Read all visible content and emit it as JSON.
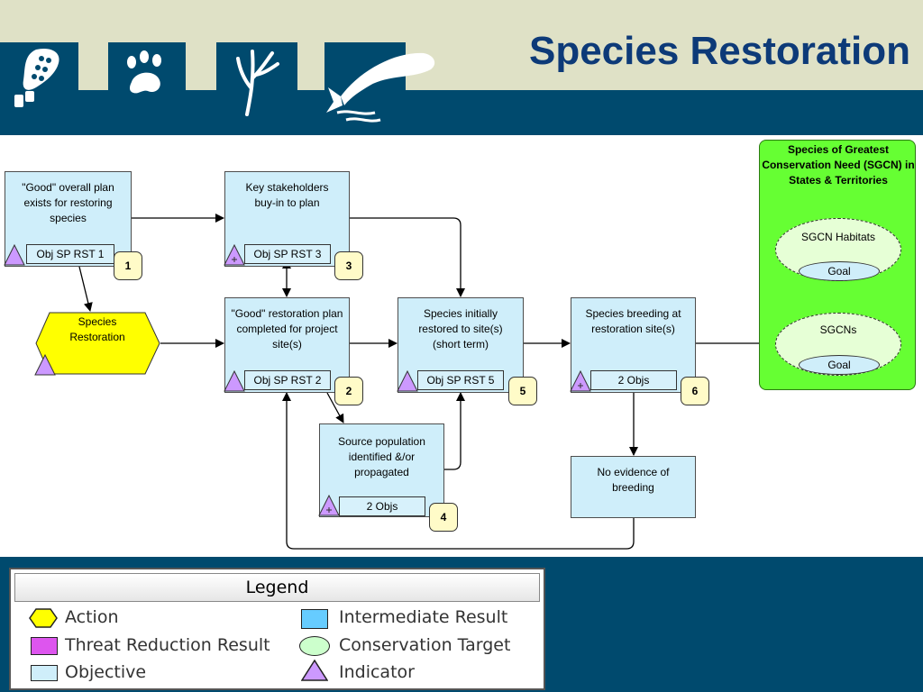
{
  "header": {
    "title": "Species Restoration"
  },
  "icons": [
    "footprint-icon",
    "paw-print-icon",
    "plant-icon",
    "fish-icon"
  ],
  "colors": {
    "header_bg": "#dfe1c6",
    "navy": "#004a6e",
    "title": "#0d3a78",
    "objective_fill": "#cfeefa",
    "action_fill": "#ffff00",
    "target_panel": "#66ff33",
    "indicator": "#cc99ff",
    "number_badge": "#fffbc8"
  },
  "diagram": {
    "nodes": {
      "good_plan": {
        "text": "\"Good\" overall plan exists for restoring species",
        "label": "Obj SP RST 1",
        "num": "1"
      },
      "stakeholders": {
        "text": "Key stakeholders buy-in to plan",
        "label": "Obj SP RST 3",
        "num": "3"
      },
      "action": {
        "text": "Species Restoration"
      },
      "restoration_plan": {
        "text": "\"Good\" restoration plan completed for project site(s)",
        "label": "Obj SP RST 2",
        "num": "2"
      },
      "source_pop": {
        "text": "Source population identified &/or propagated",
        "label": "2 Objs",
        "num": "4"
      },
      "restored": {
        "text": "Species initially restored to site(s) (short term)",
        "label": "Obj SP RST 5",
        "num": "5"
      },
      "breeding": {
        "text": "Species breeding at restoration site(s)",
        "label": "2 Objs",
        "num": "6"
      },
      "no_breeding": {
        "text": "No evidence of breeding"
      }
    },
    "sgcn": {
      "title": "Species of Greatest Conservation Need (SGCN) in States & Territories",
      "habitats": "SGCN Habitats",
      "sgcns": "SGCNs",
      "goal": "Goal"
    }
  },
  "legend": {
    "title": "Legend",
    "items": {
      "action": "Action",
      "threat": "Threat Reduction Result",
      "objective": "Objective",
      "intermediate": "Intermediate Result",
      "target": "Conservation Target",
      "indicator": "Indicator"
    }
  }
}
